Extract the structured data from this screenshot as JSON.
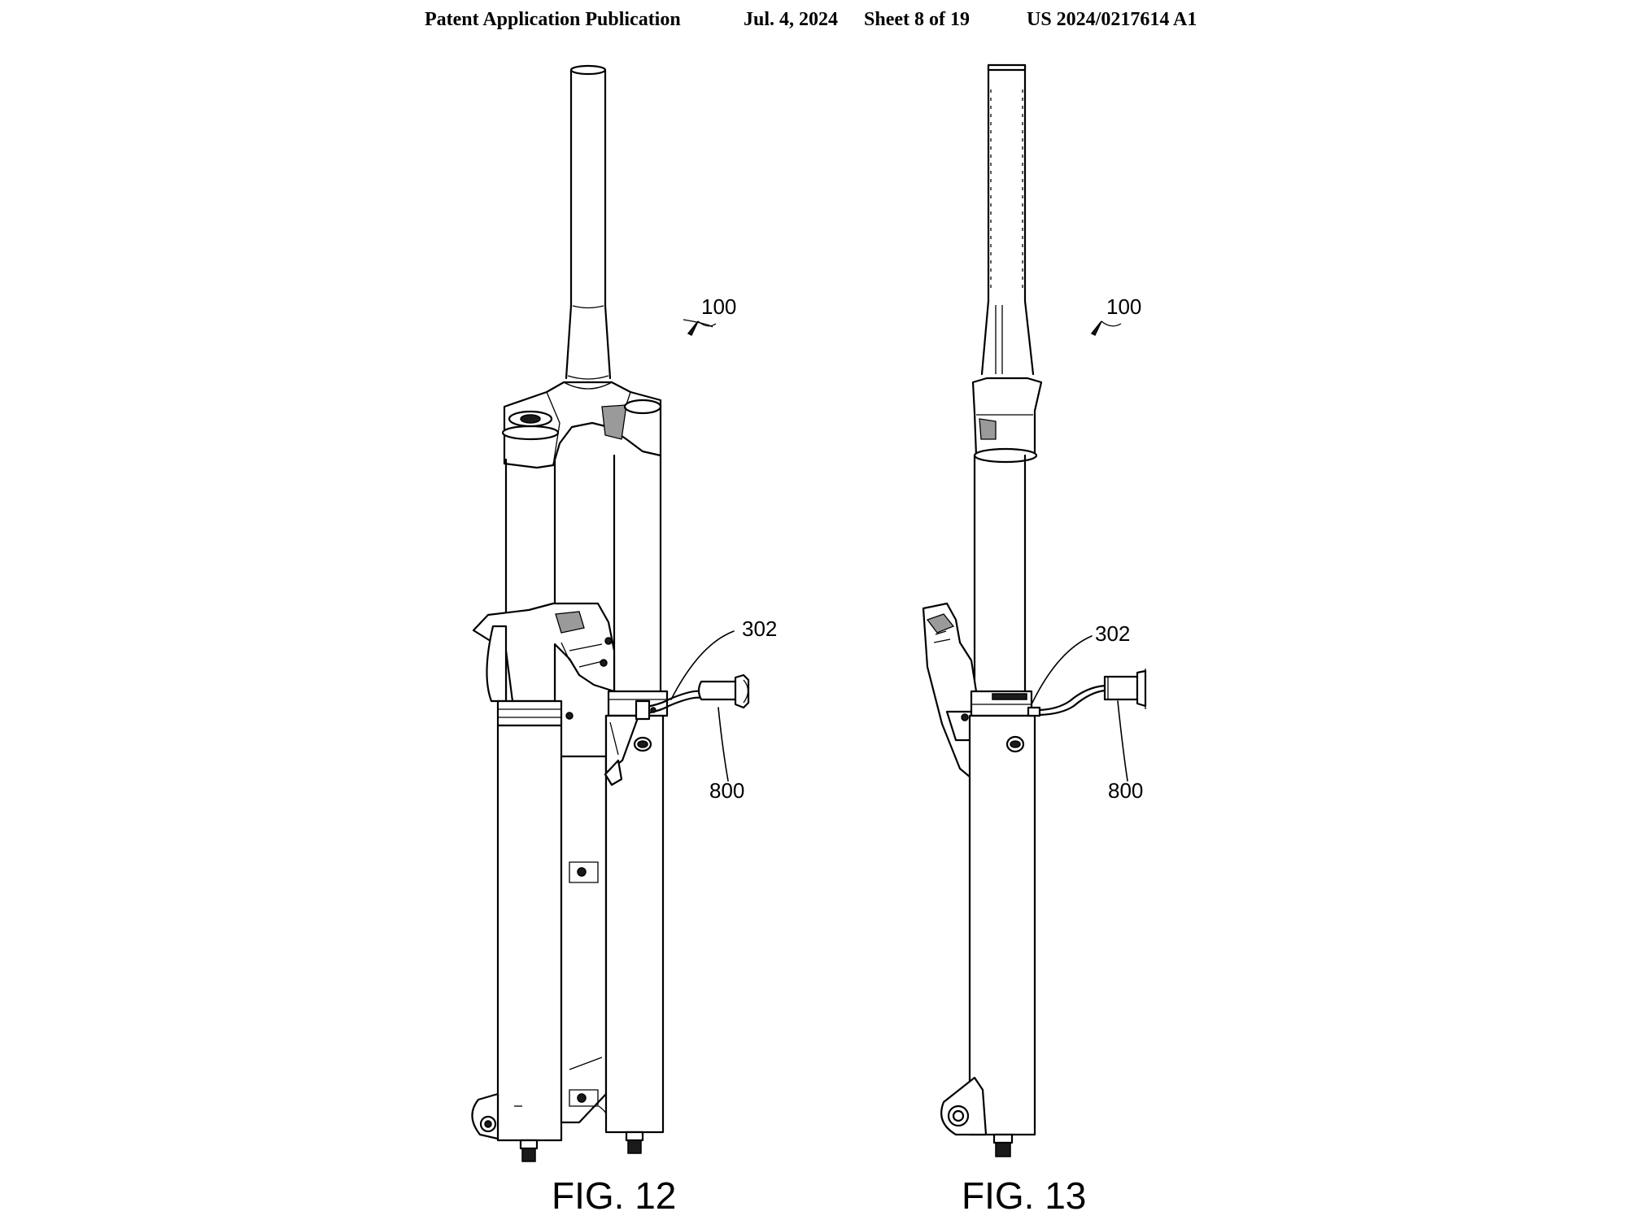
{
  "header": {
    "publication": "Patent Application Publication",
    "date": "Jul. 4, 2024",
    "sheet": "Sheet 8 of 19",
    "number": "US 2024/0217614 A1"
  },
  "figures": [
    {
      "caption": "FIG. 12",
      "refs": {
        "assembly": "100",
        "connector": "302",
        "component": "800"
      }
    },
    {
      "caption": "FIG. 13",
      "refs": {
        "assembly": "100",
        "connector": "302",
        "component": "800"
      }
    }
  ]
}
